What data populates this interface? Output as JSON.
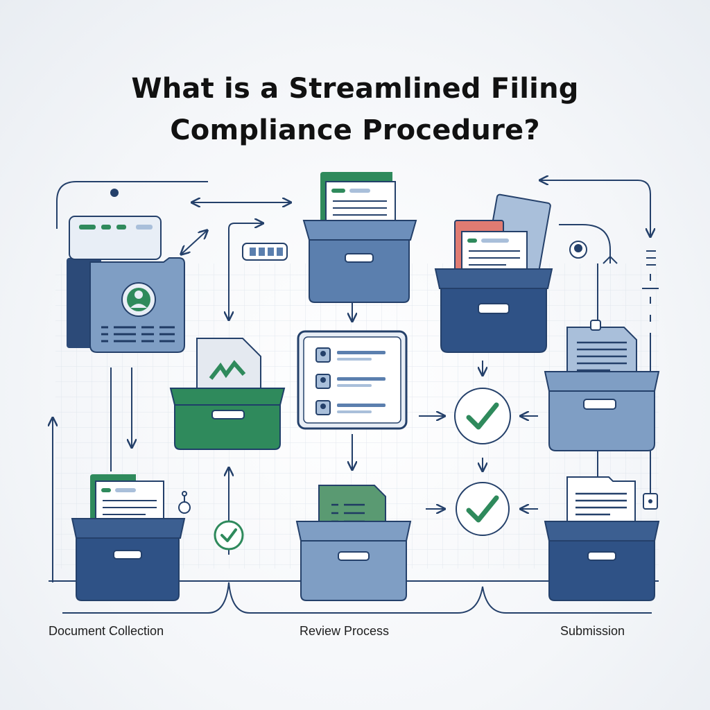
{
  "title": {
    "line1": "What is a Streamlined Filing",
    "line2": "Compliance Procedure?"
  },
  "stages": [
    {
      "label": "Document Collection"
    },
    {
      "label": "Review Process"
    },
    {
      "label": "Submission"
    }
  ],
  "colors": {
    "navy": "#2c4a78",
    "bin_blue": "#5b7fae",
    "bin_light": "#7f9ec4",
    "green": "#2f8a5c",
    "line": "#24406a",
    "check_green": "#2f8a5c"
  }
}
